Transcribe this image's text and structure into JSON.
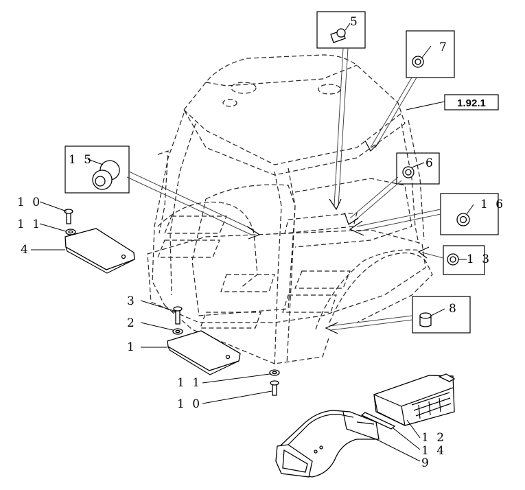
{
  "reference_label": "1.92.1",
  "callouts": {
    "c1": "1",
    "c2": "2",
    "c3": "3",
    "c4": "4",
    "c5": "5",
    "c6": "6",
    "c7": "7",
    "c8": "8",
    "c9": "9",
    "c10a": "1 0",
    "c10b": "1 0",
    "c11a": "1 1",
    "c11b": "1 1",
    "c12": "1 2",
    "c13": "1 3",
    "c14": "1 4",
    "c15": "1 5",
    "c16": "1 6"
  }
}
